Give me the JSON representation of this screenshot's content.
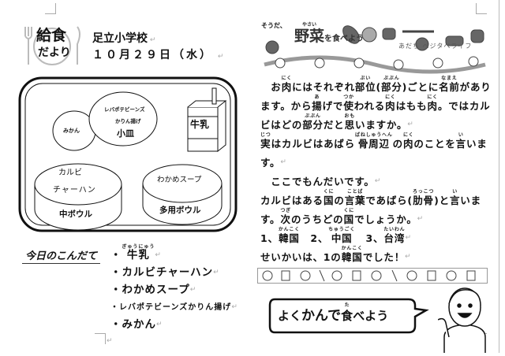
{
  "header": {
    "logo_text": [
      "給食",
      "だより"
    ],
    "school": "足立小学校",
    "date": "１０月２９日（水）"
  },
  "banner": {
    "line1": "そうだ、",
    "title": "野菜",
    "title_ruby": "やさい",
    "suffix": "を食べよう",
    "sub": "あだち ベジタベライフ"
  },
  "tray": {
    "mikan": "みかん",
    "kozara_items": [
      "レバポテビーンズ",
      "かりん揚げ"
    ],
    "kozara": "小皿",
    "milk": "牛乳",
    "chu_items": [
      "カルビ",
      "チャーハン"
    ],
    "chu": "中ボウル",
    "soup": "わかめスープ",
    "tayo": "多用ボウル"
  },
  "menu": {
    "heading": "今日のこんだて",
    "items": [
      {
        "t": "牛乳",
        "r": "ぎゅうにゅう"
      },
      {
        "t": "カルビチャーハン"
      },
      {
        "t": "わかめスープ"
      },
      {
        "t": "レバポテビーンズかりん揚げ",
        "small": true
      },
      {
        "t": "みかん"
      }
    ]
  },
  "article": {
    "lines": [
      [
        {
          "t": "　お"
        },
        {
          "t": "肉",
          "r": "にく"
        },
        {
          "t": "にはそれぞれ"
        },
        {
          "t": "部位",
          "r": "ぶい"
        },
        {
          "t": "("
        },
        {
          "t": "部分",
          "r": "ぶぶん"
        },
        {
          "t": ")ごとに"
        },
        {
          "t": "名前",
          "r": "なまえ"
        },
        {
          "t": "があり"
        }
      ],
      [
        {
          "t": "ます。から"
        },
        {
          "t": "揚",
          "r": "あ"
        },
        {
          "t": "げで"
        },
        {
          "t": "使",
          "r": "つか"
        },
        {
          "t": "われる"
        },
        {
          "t": "肉",
          "r": "にく"
        },
        {
          "t": "はもも"
        },
        {
          "t": "肉",
          "r": "にく"
        },
        {
          "t": "。ではカル"
        }
      ],
      [
        {
          "t": "ビはどの"
        },
        {
          "t": "部分",
          "r": "ぶぶん"
        },
        {
          "t": "だと"
        },
        {
          "t": "思",
          "r": "おも"
        },
        {
          "t": "いますか。"
        }
      ],
      [
        {
          "t": "実",
          "r": "じつ"
        },
        {
          "t": "はカルビはあばら"
        },
        {
          "t": "骨周辺",
          "r": "ばねしゅうへん"
        },
        {
          "t": "の"
        },
        {
          "t": "肉",
          "r": "にく"
        },
        {
          "t": "のことを"
        },
        {
          "t": "言",
          "r": "い"
        },
        {
          "t": "いま"
        }
      ],
      [
        {
          "t": "す。"
        }
      ],
      [
        {
          "t": "　ここでもんだいです。"
        }
      ],
      [
        {
          "t": "カルビはある"
        },
        {
          "t": "国",
          "r": "くに"
        },
        {
          "t": "の"
        },
        {
          "t": "言葉",
          "r": "ことば"
        },
        {
          "t": "であばら("
        },
        {
          "t": "肋骨",
          "r": "ろっこつ"
        },
        {
          "t": ")と"
        },
        {
          "t": "言",
          "r": "い"
        },
        {
          "t": "いま"
        }
      ],
      [
        {
          "t": "す。"
        },
        {
          "t": "次",
          "r": "つぎ"
        },
        {
          "t": "のうちどの"
        },
        {
          "t": "国",
          "r": "くに"
        },
        {
          "t": "でしょうか。"
        }
      ],
      [
        {
          "t": "1、 "
        },
        {
          "t": "韓国",
          "r": "かんこく"
        },
        {
          "t": "　2、"
        },
        {
          "t": "中国",
          "r": "ちゅうごく"
        },
        {
          "t": "　3、"
        },
        {
          "t": "台湾",
          "r": "たいわん"
        }
      ],
      [
        {
          "t": "せいかいは、1の"
        },
        {
          "t": "韓国",
          "r": "かんこく"
        },
        {
          "t": "でした！"
        }
      ]
    ]
  },
  "bubble": {
    "pre": "よく",
    "mid": "かんで",
    "food": "食",
    "food_ruby": "た",
    "post": "べよう"
  }
}
